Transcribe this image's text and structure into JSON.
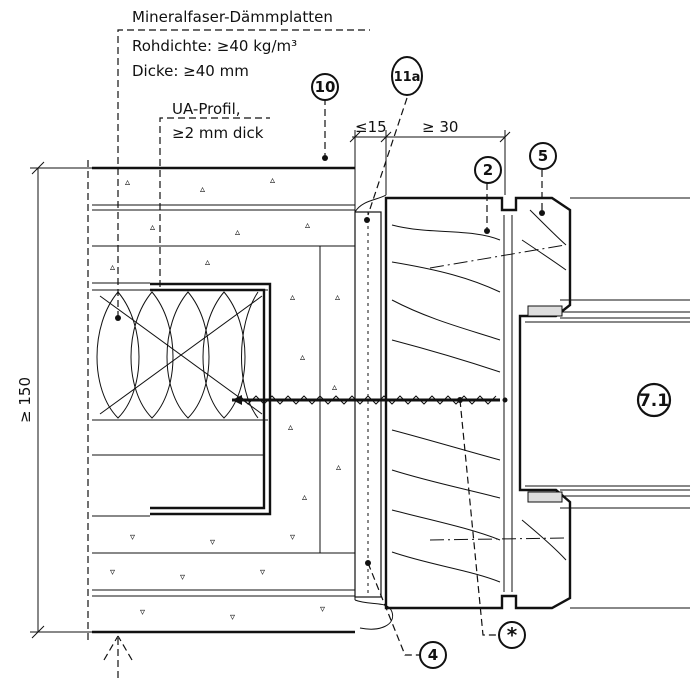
{
  "labels": {
    "mineral_title": "Mineralfaser-Dämmplatten",
    "density": "Rohdichte: ≥40 kg/m³",
    "thickness": "Dicke: ≥40 mm",
    "profile_name": "UA-Profil,",
    "profile_thickness": "≥2 mm dick",
    "dim_height": "≥ 150",
    "dim_gap": "≤15",
    "dim_frame": "≥ 30"
  },
  "markers": {
    "m10": "10",
    "m11a": "11a",
    "m2": "2",
    "m5": "5",
    "m71": "7.1",
    "m4": "4",
    "star": "*"
  },
  "icons": {
    "arrow": "dashed-arrow-up-icon",
    "screw": "screw-icon",
    "star": "asterisk-icon"
  }
}
